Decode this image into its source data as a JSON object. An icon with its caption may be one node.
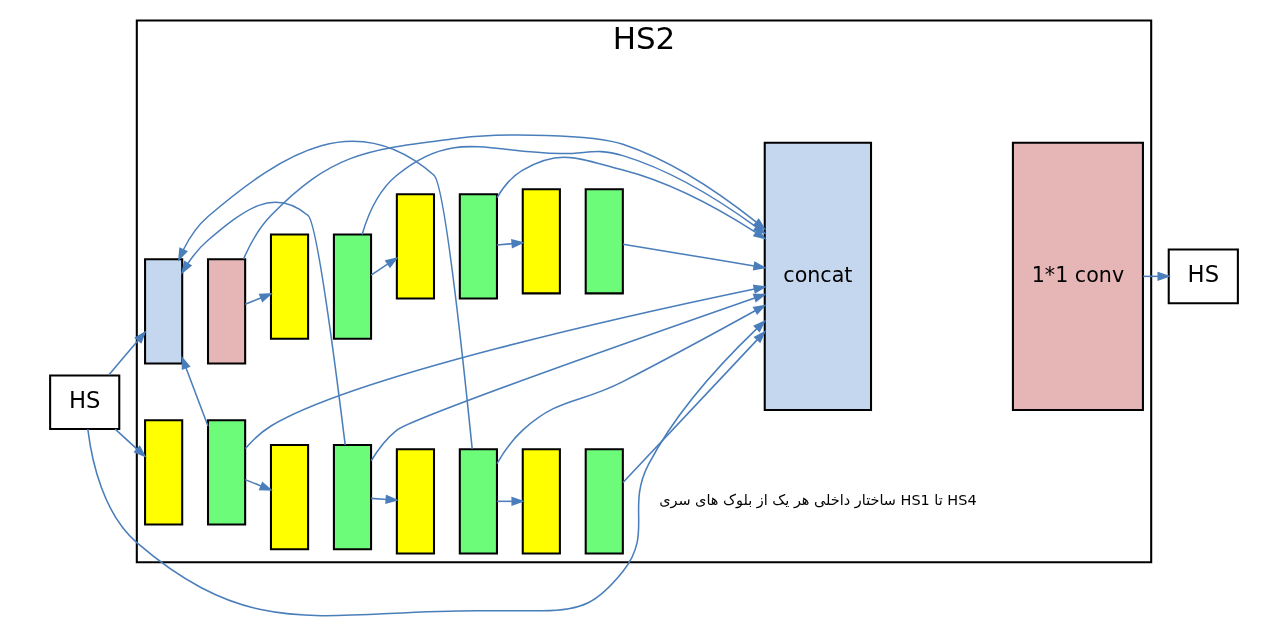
{
  "diagram": {
    "nodes": [
      {
        "text": [
          "HS"
        ]
      },
      {
        "text": [
          "HS2"
        ]
      },
      {
        "text": [],
        "shape": "box",
        "in": 1
      },
      {
        "text": [],
        "shape": "box",
        "in": 1
      },
      {
        "text": [],
        "shape": "box",
        "in": 1
      },
      {
        "text": [],
        "shape": "box",
        "in": 1
      },
      {
        "text": [],
        "shape": "box",
        "in": 1
      },
      {
        "text": [],
        "shape": "box",
        "in": 1
      },
      {
        "text": [],
        "shape": "box",
        "in": 1
      },
      {
        "text": [],
        "shape": "box",
        "in": 1
      },
      {
        "text": [],
        "shape": "box",
        "in": 1
      },
      {
        "text": [],
        "shape": "box",
        "in": 1
      },
      {
        "text": [],
        "shape": "box",
        "in": 1
      },
      {
        "text": [],
        "shape": "box",
        "in": 1
      },
      {
        "text": [],
        "shape": "box",
        "in": 1
      },
      {
        "text": [],
        "shape": "box",
        "in": 1
      },
      {
        "text": [],
        "shape": "box",
        "in": 1
      },
      {
        "text": [],
        "shape": "box",
        "in": 1
      },
      {
        "text": [
          "concat"
        ],
        "in": 1
      },
      {
        "text": [
          "1*1 conv"
        ],
        "in": 1
      },
      {
        "text": [
          "HS"
        ]
      }
    ],
    "edges": [
      {
        "from": 0,
        "to": 2,
        "arrow": "to"
      },
      {
        "from": 0,
        "to": 10,
        "arrow": "to"
      },
      {
        "from": 0,
        "to": 18,
        "arrow": "to"
      },
      {
        "from": 3,
        "to": 4,
        "arrow": "to"
      },
      {
        "from": 5,
        "to": 6,
        "arrow": "to"
      },
      {
        "from": 7,
        "to": 8,
        "arrow": "to"
      },
      {
        "from": 9,
        "to": 18,
        "arrow": "to"
      },
      {
        "from": 3,
        "to": 18,
        "arrow": "to"
      },
      {
        "from": 5,
        "to": 18,
        "arrow": "to"
      },
      {
        "from": 7,
        "to": 18,
        "arrow": "to"
      },
      {
        "from": 11,
        "to": 12,
        "arrow": "to"
      },
      {
        "from": 13,
        "to": 14,
        "arrow": "to"
      },
      {
        "from": 15,
        "to": 16,
        "arrow": "to"
      },
      {
        "from": 17,
        "to": 18,
        "arrow": "to"
      },
      {
        "from": 11,
        "to": 2,
        "arrow": "to"
      },
      {
        "from": 13,
        "to": 2,
        "arrow": "to"
      },
      {
        "from": 15,
        "to": 2,
        "arrow": "to"
      },
      {
        "from": 11,
        "to": 18,
        "arrow": "to"
      },
      {
        "from": 13,
        "to": 18,
        "arrow": "to"
      },
      {
        "from": 15,
        "to": 18,
        "arrow": "to"
      },
      {
        "from": 19,
        "to": 20,
        "arrow": "to"
      }
    ],
    "labels": [
      "ساختار داخلی هر یک از بلوک های سری HS1 تا HS4"
    ]
  }
}
